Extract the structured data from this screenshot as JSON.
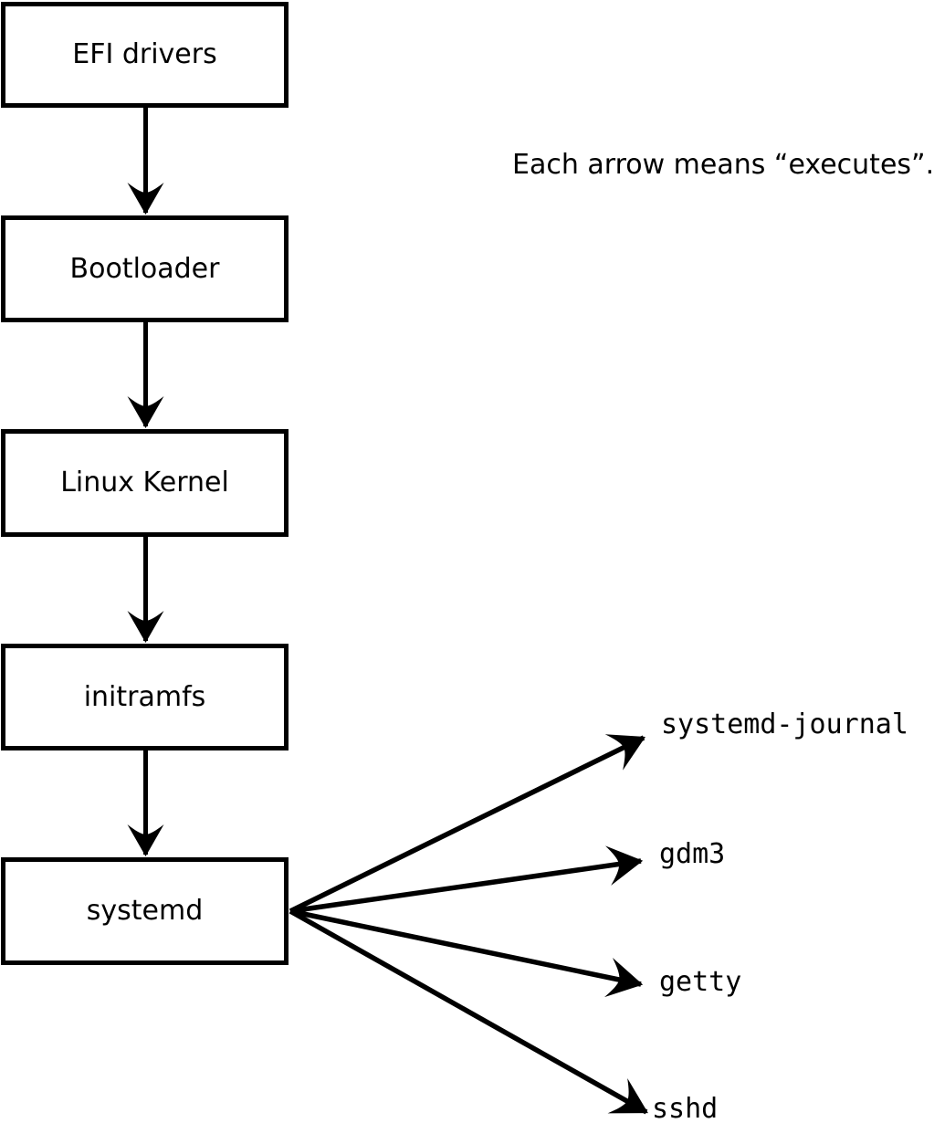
{
  "diagram": {
    "caption": "Each arrow means “executes”.",
    "boot_chain": [
      "EFI drivers",
      "Bootloader",
      "Linux Kernel",
      "initramfs",
      "systemd"
    ],
    "spawned": [
      "systemd-journal",
      "gdm3",
      "getty",
      "sshd"
    ],
    "colors": {
      "line": "#000000",
      "box_border": "#000000",
      "box_fill": "#ffffff",
      "background": "#ffffff",
      "text": "#000000"
    }
  }
}
